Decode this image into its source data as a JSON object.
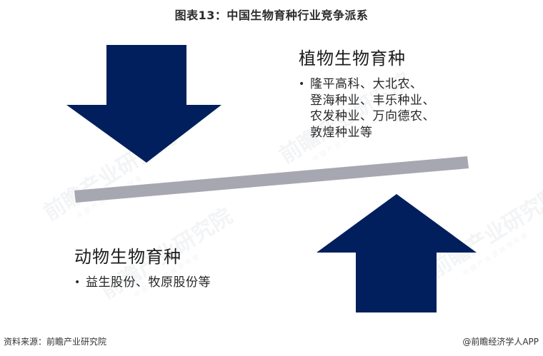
{
  "title": "图表13：中国生物育种行业竞争派系",
  "colors": {
    "arrow": "#001f5c",
    "bar": "#a7a7b1",
    "text": "#222222"
  },
  "plant_block": {
    "heading": "植物生物育种",
    "bullet": "•",
    "items_text": "隆平高科、大北农、\n登海种业、丰乐种业、\n农发种业、万向德农、\n敦煌种业等"
  },
  "animal_block": {
    "heading": "动物生物育种",
    "bullet": "•",
    "items_text": "益生股份、牧原股份等"
  },
  "arrows": {
    "top": {
      "direction": "down",
      "icon": "arrow-down-icon"
    },
    "bottom": {
      "direction": "up",
      "icon": "arrow-up-icon"
    }
  },
  "watermark": {
    "text": "前瞻产业研究院",
    "sub": "中国产业咨询领导者"
  },
  "footer": {
    "source": "资料来源：前瞻产业研究院",
    "credit": "@前瞻经济学人APP"
  }
}
